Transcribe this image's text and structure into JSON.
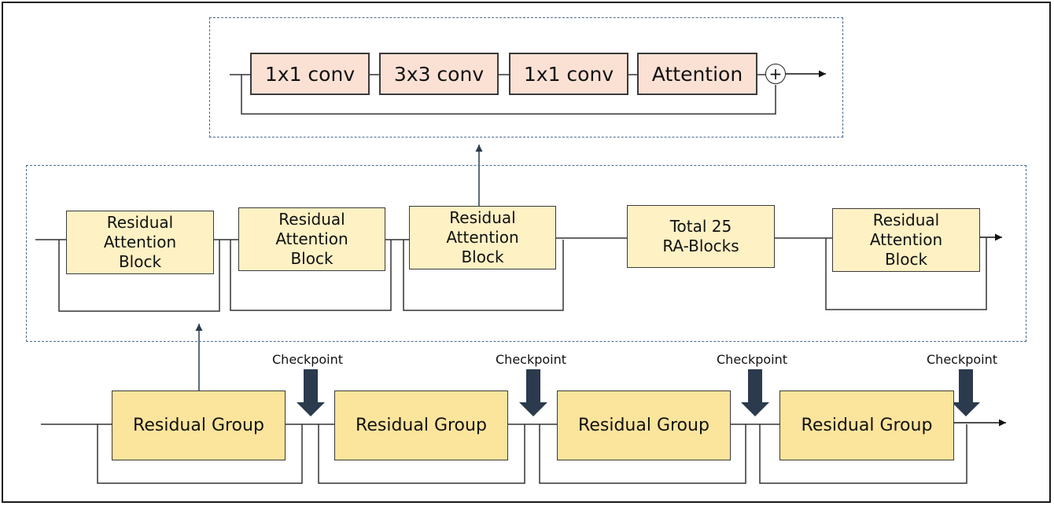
{
  "attention_block": {
    "layers": [
      "1x1 conv",
      "3x3 conv",
      "1x1 conv",
      "Attention"
    ],
    "sum_symbol": "+"
  },
  "residual_group": {
    "blocks": [
      "Residual\nAttention\nBlock",
      "Residual\nAttention\nBlock",
      "Residual\nAttention\nBlock",
      "Total 25\nRA-Blocks",
      "Residual\nAttention\nBlock"
    ]
  },
  "network": {
    "groups": [
      "Residual Group",
      "Residual Group",
      "Residual Group",
      "Residual Group"
    ],
    "checkpoints": [
      "Checkpoint",
      "Checkpoint",
      "Checkpoint",
      "Checkpoint"
    ]
  },
  "colors": {
    "conv_fill": "#fbe1d4",
    "rab_fill": "#fef1c4",
    "group_fill": "#fbe49c",
    "dashed_border": "#4a6b8e",
    "checkpoint_arrow": "#2b3a4d",
    "line": "#3a3a3a"
  },
  "icons": {
    "checkpoint_arrow": "down-arrow-icon",
    "sum": "plus-circle-icon"
  }
}
